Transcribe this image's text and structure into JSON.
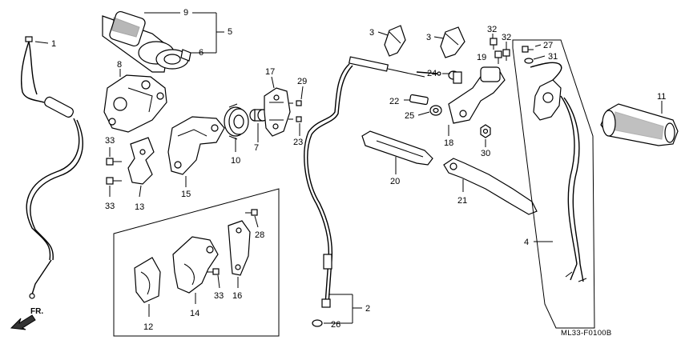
{
  "drawing_code": "ML33-F0100B",
  "direction_label": "FR.",
  "callouts": {
    "c1": "1",
    "c2": "2",
    "c3a": "3",
    "c3b": "3",
    "c4": "4",
    "c5": "5",
    "c6": "6",
    "c7": "7",
    "c8": "8",
    "c9": "9",
    "c10": "10",
    "c11": "11",
    "c12": "12",
    "c13": "13",
    "c14": "14",
    "c15": "15",
    "c16": "16",
    "c17": "17",
    "c18": "18",
    "c19": "19",
    "c20": "20",
    "c21": "21",
    "c22": "22",
    "c23": "23",
    "c24": "24",
    "c25": "25",
    "c26": "26",
    "c27": "27",
    "c28": "28",
    "c29": "29",
    "c30": "30",
    "c31": "31",
    "c32a": "32",
    "c32b": "32",
    "c33a": "33",
    "c33b": "33",
    "c33c": "33"
  }
}
